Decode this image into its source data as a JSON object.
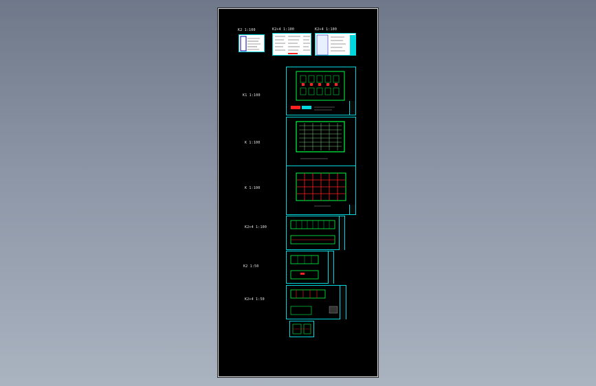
{
  "sheets": [
    {
      "id": "legend-1",
      "label": "K2  1:100"
    },
    {
      "id": "legend-2",
      "label": "K2+4  1:100"
    },
    {
      "id": "legend-3",
      "label": "K2+4  1:100"
    },
    {
      "id": "plan-1",
      "label": "K1  1:100"
    },
    {
      "id": "plan-2",
      "label": "K  1:100"
    },
    {
      "id": "plan-3",
      "label": "K  1:100"
    },
    {
      "id": "elev-1",
      "label": "K2+4  1:100"
    },
    {
      "id": "elev-2",
      "label": "K2  1:50"
    },
    {
      "id": "detail-1",
      "label": "K2+4  1:50"
    }
  ],
  "colors": {
    "background": "#000000",
    "frame": "#00d8e0",
    "linework": "#00ff44",
    "accent_red": "#ff2020",
    "text": "#e8e8e8"
  }
}
